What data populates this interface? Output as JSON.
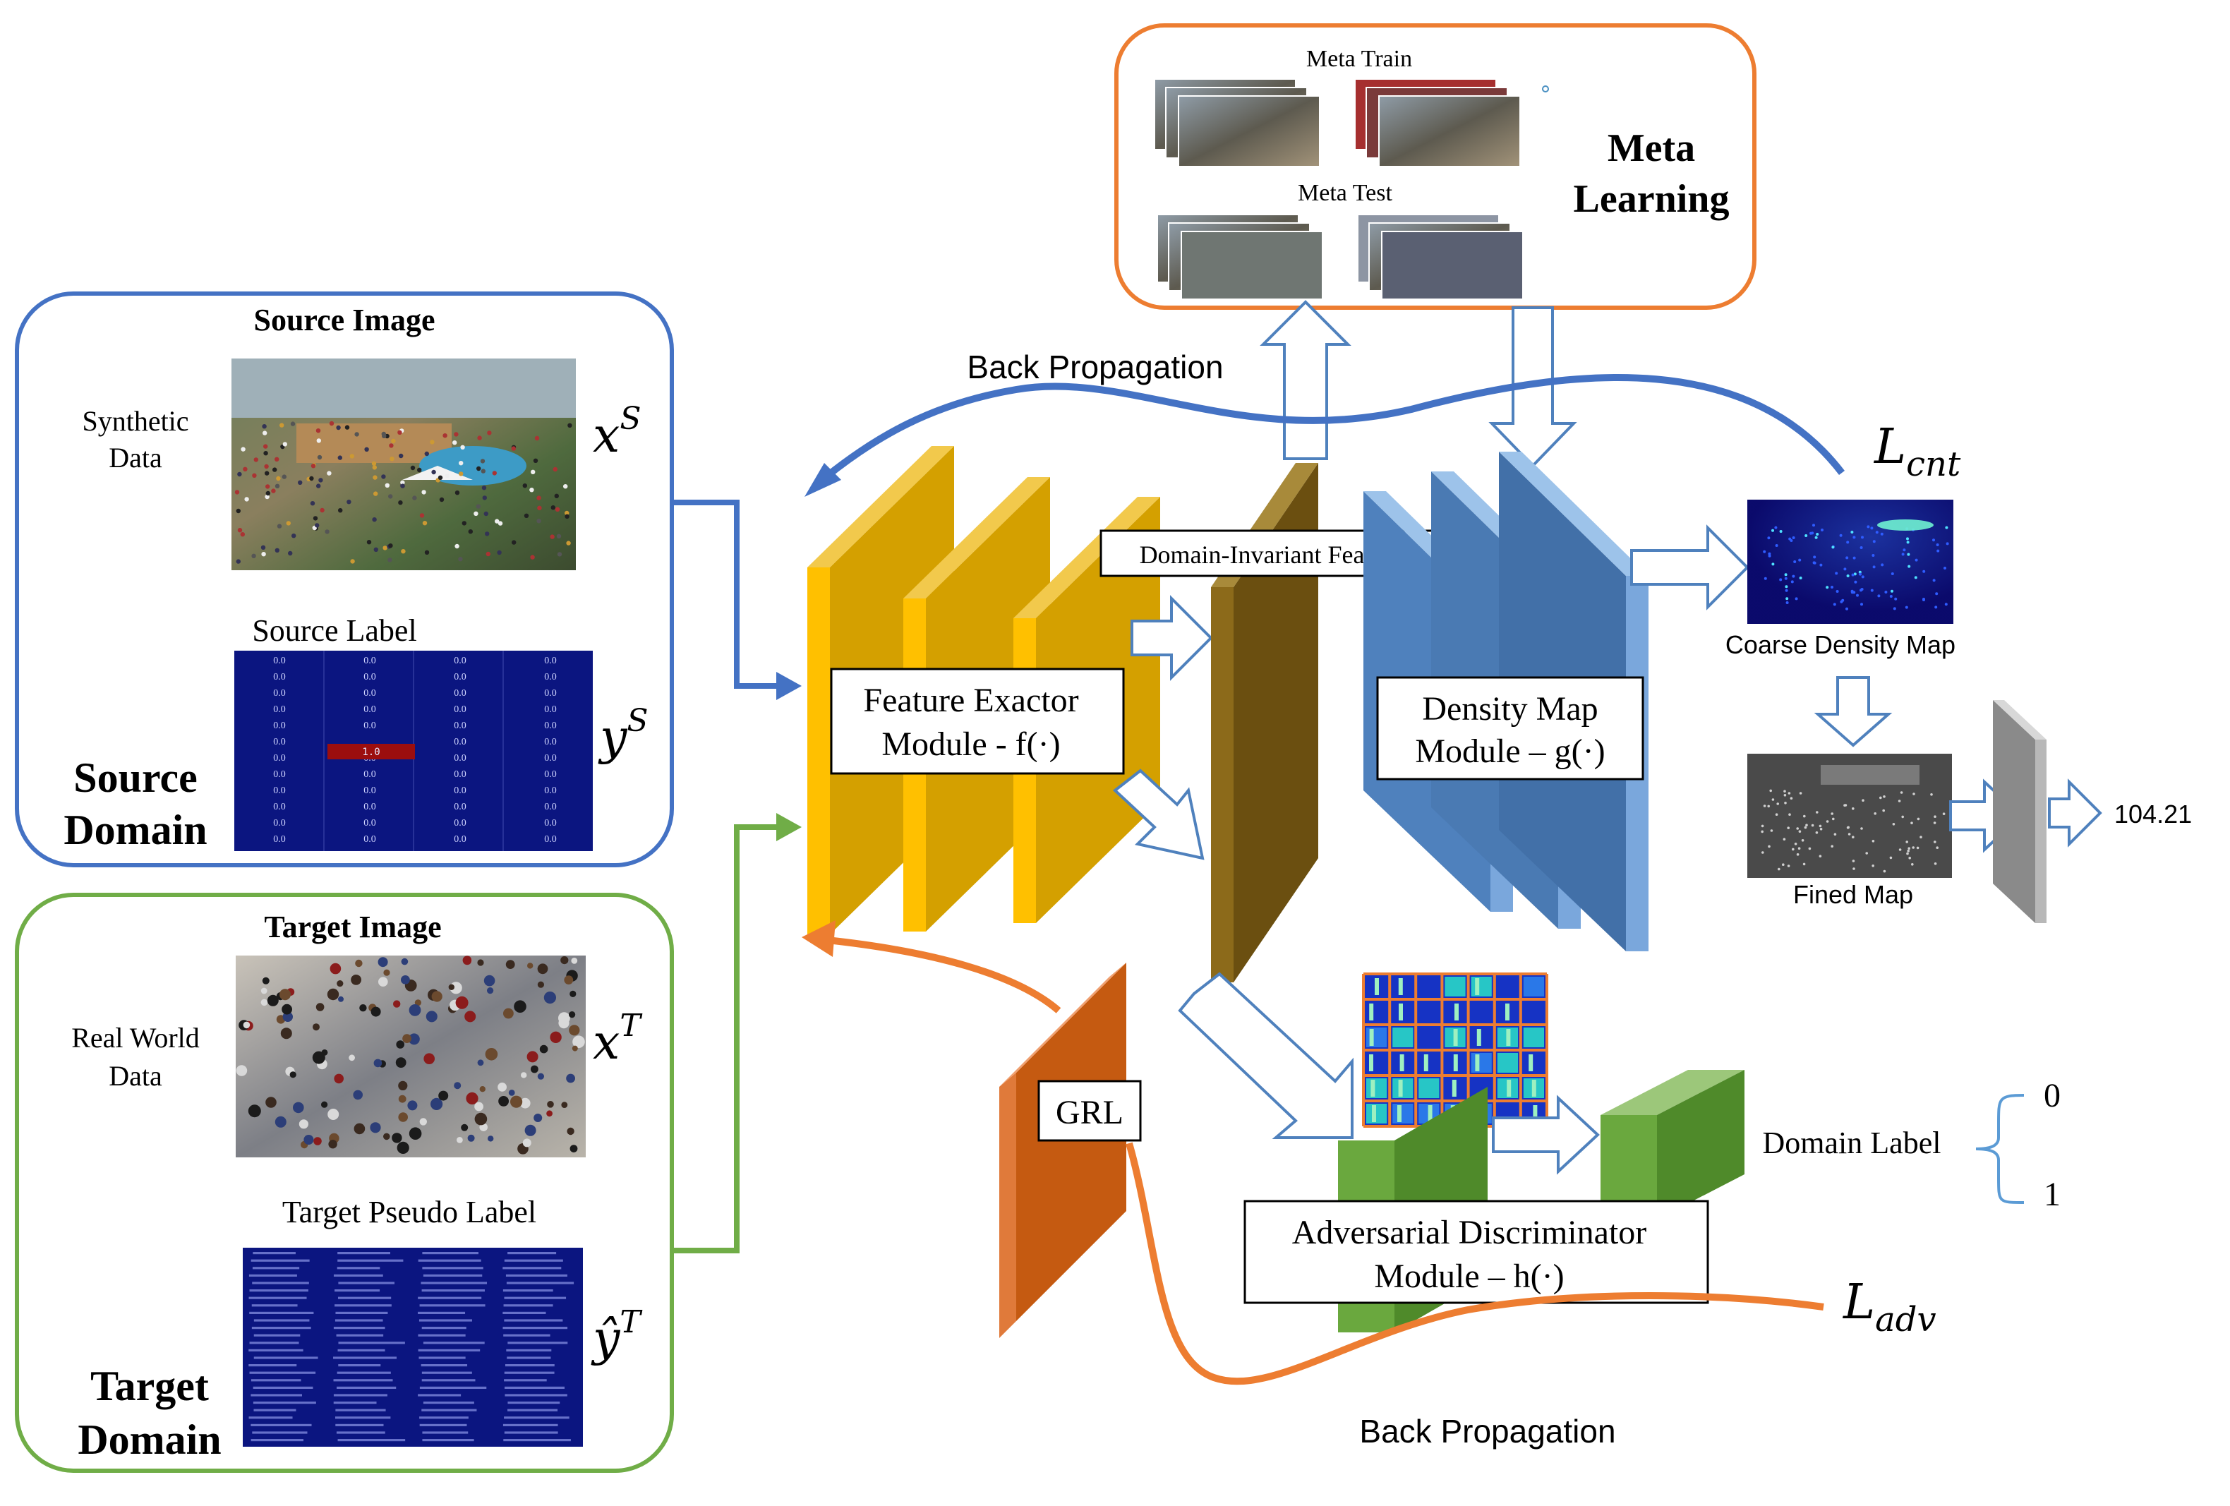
{
  "source_panel": {
    "title": "Source Image",
    "side_label": [
      "Synthetic",
      "Data"
    ],
    "label_title": "Source Label",
    "domain_label": [
      "Source",
      "Domain"
    ],
    "x_sym": "x",
    "x_sup": "S",
    "y_sym": "y",
    "y_sup": "S",
    "grid_value": "0.0",
    "grid_highlight": "1.0"
  },
  "target_panel": {
    "title": "Target Image",
    "side_label": [
      "Real World",
      "Data"
    ],
    "label_title": "Target Pseudo Label",
    "domain_label": [
      "Target",
      "Domain"
    ],
    "x_sym": "x",
    "x_sup": "T",
    "y_sym": "ŷ",
    "y_sup": "T"
  },
  "meta": {
    "train_label": "Meta Train",
    "test_label": "Meta Test",
    "title": [
      "Meta",
      "Learning"
    ]
  },
  "modules": {
    "feature": [
      "Feature Exactor",
      "Module - f(·)"
    ],
    "feature_fn": "f(·)",
    "domain_invariant": "Domain-Invariant Feature",
    "density": [
      "Density Map",
      "Module – g(·)"
    ],
    "discriminator": [
      "Adversarial Discriminator",
      "Module – h(·)"
    ],
    "grl": "GRL"
  },
  "outputs": {
    "coarse": "Coarse Density Map",
    "fine": "Fined Map",
    "count": "104.21",
    "domain_label": "Domain Label",
    "domain_values": [
      "0",
      "1"
    ]
  },
  "losses": {
    "cnt_sym": "L",
    "cnt_sub": "cnt",
    "adv_sym": "L",
    "adv_sub": "adv"
  },
  "back_prop": {
    "top": "Back Propagation",
    "bottom": "Back Propagation"
  },
  "colors": {
    "source_border": "#4472c4",
    "target_border": "#70ad47",
    "meta_border": "#ed7d31",
    "feature_yellow": "#ffc000",
    "density_blue": "#4f81bd",
    "grl_orange": "#c55a11",
    "disc_green": "#70ad47"
  }
}
